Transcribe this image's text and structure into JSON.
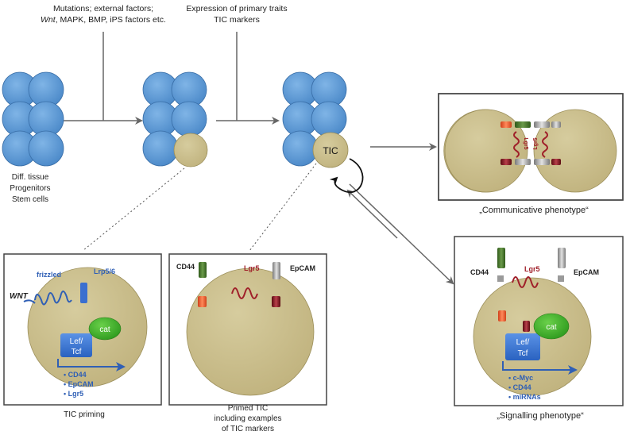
{
  "top": {
    "label1_line1": "Mutations; external factors;",
    "label1_wnt": "Wnt",
    "label1_line2_rest": ", MAPK, BMP, iPS factors etc.",
    "label2_line1": "Expression of primary traits",
    "label2_line2": "TIC markers"
  },
  "stage1": {
    "line1": "Diff. tissue",
    "line2": "Progenitors",
    "line3": "Stem cells"
  },
  "tic": {
    "label": "TIC"
  },
  "communicative": {
    "caption": "„Communicative phenotype“",
    "lgr5_left": "Lgr5",
    "lgr5_right": "Lgr5"
  },
  "priming": {
    "caption": "TIC priming",
    "wnt": "WNT",
    "frizzled": "frizzled",
    "lrp": "Lrp5/6",
    "cat": "cat",
    "lef_line1": "Lef/",
    "lef_line2": "Tcf",
    "targets": [
      "• CD44",
      "• EpCAM",
      "• Lgr5"
    ]
  },
  "primed": {
    "caption_line1": "Primed TIC",
    "caption_line2": "including examples",
    "caption_line3": "of TIC markers",
    "cd44": "CD44",
    "lgr5": "Lgr5",
    "epcam": "EpCAM"
  },
  "signalling": {
    "caption": "„Signalling phenotype“",
    "cd44": "CD44",
    "lgr5": "Lgr5",
    "epcam": "EpCAM",
    "cat": "cat",
    "lef_line1": "Lef/",
    "lef_line2": "Tcf",
    "targets": [
      "• c-Myc",
      "• CD44",
      "• miRNAs"
    ]
  },
  "colors": {
    "blue_cell": "#5b9bd5",
    "tan_cell": "#c9bd8c",
    "text_blue": "#2f5fb5",
    "receptor_red": "#a0202a",
    "green": "#3a9d2a",
    "arrow_gray": "#666666"
  }
}
